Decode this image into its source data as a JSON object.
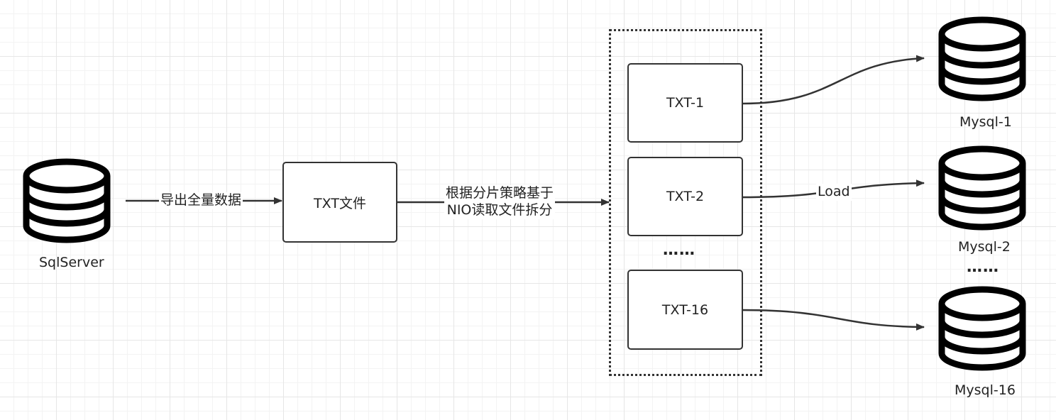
{
  "source": {
    "label": "SqlServer"
  },
  "export_edge": {
    "label": "导出全量数据"
  },
  "txt_file": {
    "label": "TXT文件"
  },
  "split_edge": {
    "line1": "根据分片策略基于",
    "line2": "NIO读取文件拆分"
  },
  "chunks": [
    "TXT-1",
    "TXT-2",
    "TXT-16"
  ],
  "chunk_ellipsis": "……",
  "load_edge": {
    "label": "Load"
  },
  "targets": [
    "Mysql-1",
    "Mysql-2",
    "Mysql-16"
  ],
  "target_ellipsis": "……"
}
